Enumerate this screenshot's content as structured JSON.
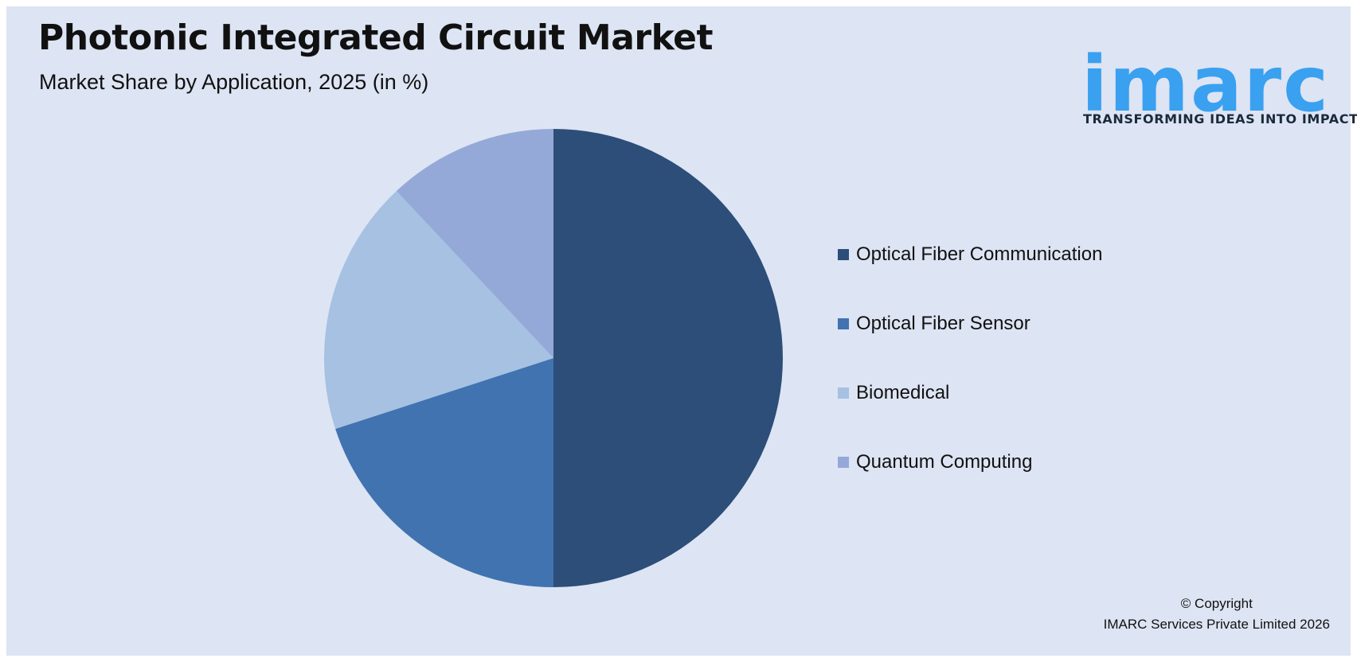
{
  "header": {
    "title": "Photonic Integrated Circuit Market",
    "subtitle": "Market Share by Application, 2025 (in %)"
  },
  "logo": {
    "wordmark": "imarc",
    "tagline": "TRANSFORMING IDEAS INTO IMPACT",
    "color": "#3aa0f0"
  },
  "chart_data": {
    "type": "pie",
    "title": "Photonic Integrated Circuit Market",
    "subtitle": "Market Share by Application, 2025 (in %)",
    "legend_position": "right",
    "categories": [
      "Optical Fiber Communication",
      "Optical Fiber Sensor",
      "Biomedical",
      "Quantum Computing"
    ],
    "values": [
      50,
      20,
      18,
      12
    ],
    "colors": [
      "#2c4e78",
      "#4073b0",
      "#a6c1e2",
      "#94a9d8"
    ]
  },
  "footer": {
    "copyright_line1": "© Copyright",
    "copyright_line2": "IMARC Services Private Limited 2026"
  }
}
